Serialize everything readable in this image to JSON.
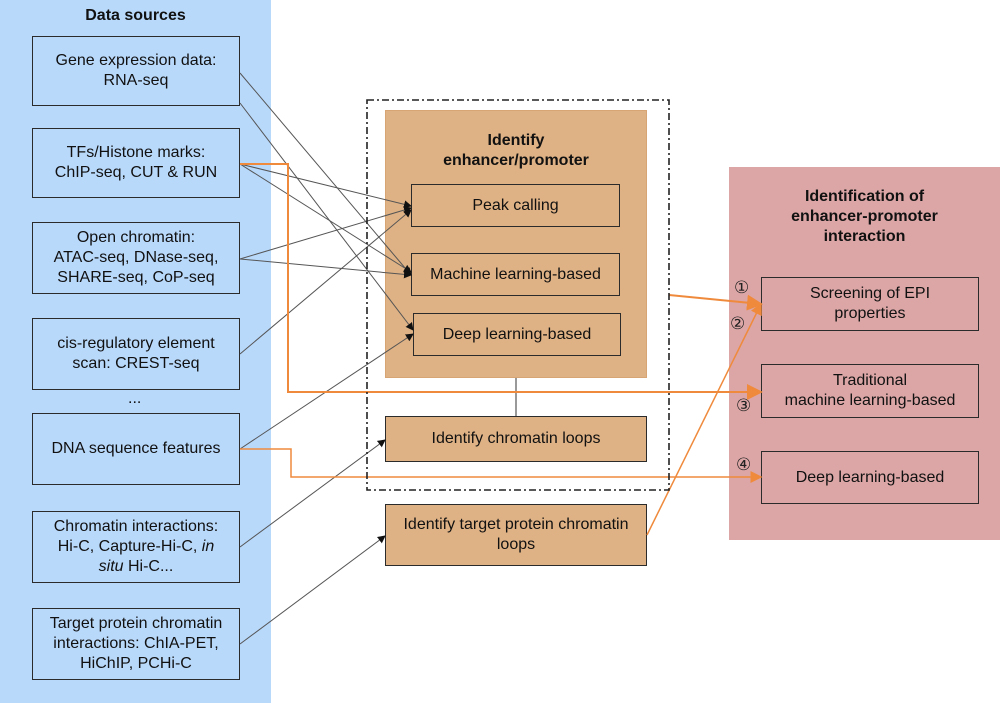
{
  "sources": {
    "title": "Data sources",
    "items": [
      {
        "line1": "Gene expression data:",
        "line2": "RNA-seq"
      },
      {
        "line1": "TFs/Histone marks:",
        "line2": "ChIP-seq, CUT & RUN"
      },
      {
        "line1": "Open chromatin:",
        "line2": "ATAC-seq, DNase-seq,",
        "line3": "SHARE-seq, CoP-seq"
      },
      {
        "line1": "cis-regulatory element",
        "line2": "scan: CREST-seq"
      },
      {
        "line1": "DNA sequence features"
      },
      {
        "line1": "Chromatin interactions:",
        "line2a": "Hi-C, Capture-Hi-C, ",
        "line2b": "in",
        "line3a": "situ",
        "line3b": " Hi-C..."
      },
      {
        "line1": "Target protein chromatin",
        "line2": "interactions: ChIA-PET,",
        "line3": "HiChIP, PCHi-C"
      }
    ],
    "ellipsis": "..."
  },
  "enhancer": {
    "title_line1": "Identify",
    "title_line2": "enhancer/promoter",
    "methods": [
      "Peak calling",
      "Machine learning-based",
      "Deep learning-based"
    ]
  },
  "loops": {
    "chromatin_loops": "Identify chromatin loops",
    "target_loops_line1": "Identify target protein chromatin",
    "target_loops_line2": "loops"
  },
  "epi": {
    "title_line1": "Identification of",
    "title_line2": "enhancer-promoter",
    "title_line3": "interaction",
    "methods": [
      {
        "line1": "Screening of EPI",
        "line2": "properties"
      },
      {
        "line1": "Traditional",
        "line2": "machine learning-based"
      },
      {
        "line1": "Deep learning-based"
      }
    ],
    "markers": [
      "①",
      "②",
      "③",
      "④"
    ]
  },
  "colors": {
    "sources_bg": "#b9d9fb",
    "enhancer_bg": "#dfb285",
    "epi_bg": "#dca6a6",
    "orange_arrow": "#ef8a3c",
    "gray_arrow": "#555555"
  }
}
